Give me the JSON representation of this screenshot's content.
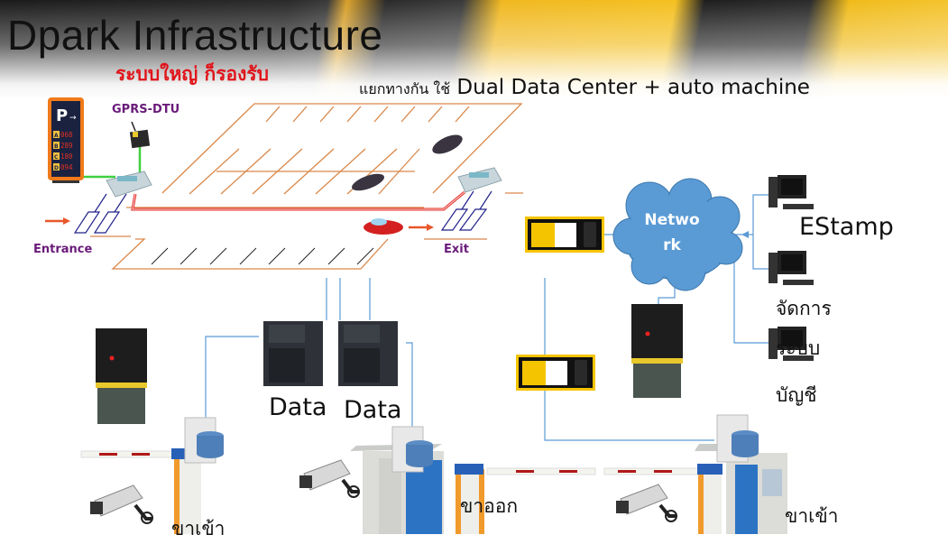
{
  "header": {
    "title": "Dpark Infrastructure",
    "subtitle_th": "ระบบใหญ่ ก็รองรับ",
    "tagline_th": "แยกทางกัน ใช้",
    "tagline_en": " Dual Data Center  + auto machine"
  },
  "parking_lot": {
    "entrance_label": "Entrance",
    "exit_label": "Exit",
    "gprs_label": "GPRS-DTU",
    "sign": {
      "symbol": "P",
      "rows": [
        {
          "zone": "A",
          "count": "068"
        },
        {
          "zone": "B",
          "count": "289"
        },
        {
          "zone": "C",
          "count": "180"
        },
        {
          "zone": "D",
          "count": "094"
        }
      ]
    }
  },
  "network": {
    "cloud_label_line1": "Netwo",
    "cloud_label_line2": "rk",
    "estamp_label": "EStamp",
    "management_label": "จัดการ",
    "system_label": "ระบบ",
    "accounting_label": "บัญชี"
  },
  "data_center": {
    "server1_label": "Data",
    "server2_label": "Data"
  },
  "gates": {
    "entry_left_label": "ขาเข้า",
    "exit_label": "ขาออก",
    "entry_right_label": "ขาเข้า"
  },
  "colors": {
    "title_red": "#e0141a",
    "label_purple": "#6a1b7a",
    "lot_lines": "#d9884a",
    "cable_red": "#e0302a",
    "cable_green": "#3fd13f",
    "link_blue": "#5b9bd5",
    "cloud_blue": "#5b9bd5",
    "kiosk_yellow": "#f5c400"
  }
}
